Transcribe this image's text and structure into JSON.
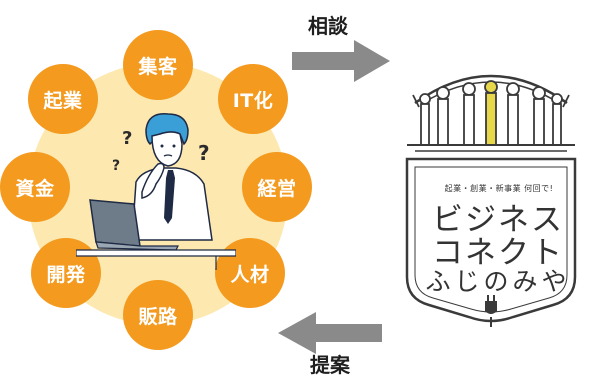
{
  "topics": {
    "shukaku": "集客",
    "it": "IT化",
    "keiei": "経営",
    "jinzai": "人材",
    "hanro": "販路",
    "kaihatsu": "開発",
    "shikin": "資金",
    "kigyo": "起業"
  },
  "flow": {
    "consult_label": "相談",
    "proposal_label": "提案"
  },
  "logo": {
    "small_caption": "起業・創業・新事業 何回で!",
    "line1": "ビジネス",
    "line2": "コネクト",
    "line3": "ふじのみや"
  },
  "figure": {
    "question_marks": [
      "?",
      "?",
      "?"
    ]
  },
  "colors": {
    "bubble": "#f39a1f",
    "disk": "#fde9b0",
    "arrow": "#8a8a8a",
    "logo_highlight": "#e6d84a"
  },
  "icons": {
    "person": "worried-businessman-icon",
    "laptop": "laptop-icon",
    "logo": "temple-building-icon"
  }
}
